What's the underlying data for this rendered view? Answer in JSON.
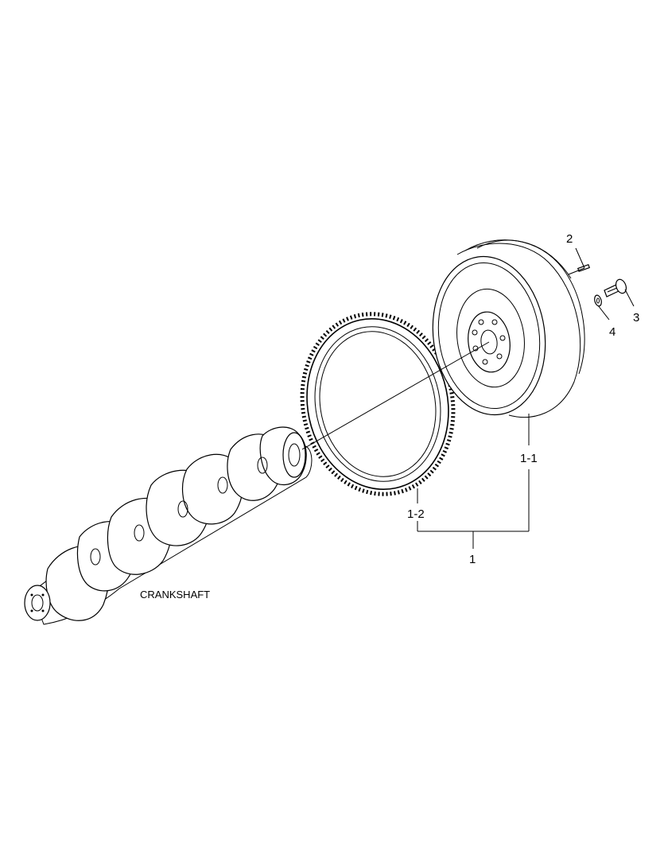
{
  "diagram": {
    "caption": "CRANKSHAFT",
    "callouts": {
      "assembly": "1",
      "flywheel": "1-1",
      "ring_gear": "1-2",
      "dowel_pin": "2",
      "bolt": "3",
      "washer": "4"
    },
    "colors": {
      "line": "#000000",
      "background": "#ffffff"
    }
  }
}
